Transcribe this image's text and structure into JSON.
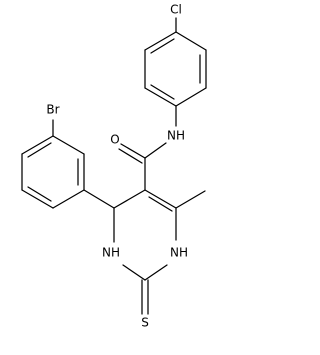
{
  "molecule": {
    "atoms": {
      "chlorine": "Cl",
      "bromine": "Br",
      "amide_nitrogen": "NH",
      "carbonyl_oxygen": "O",
      "ring_nitrogen_1": "NH",
      "ring_nitrogen_3": "NH",
      "thione_sulfur": "S"
    }
  }
}
